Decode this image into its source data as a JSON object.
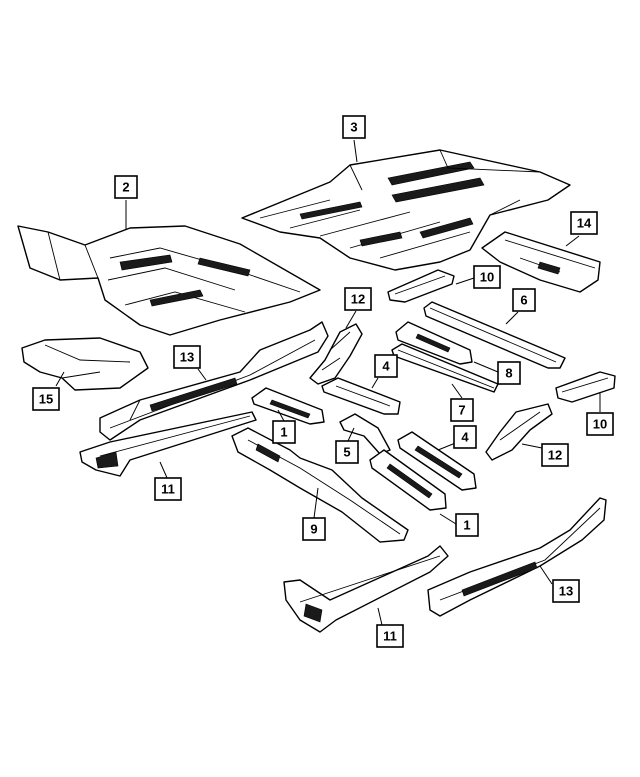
{
  "callouts": [
    {
      "id": "c3",
      "label": "3"
    },
    {
      "id": "c2",
      "label": "2"
    },
    {
      "id": "c14",
      "label": "14"
    },
    {
      "id": "c10a",
      "label": "10"
    },
    {
      "id": "c12a",
      "label": "12"
    },
    {
      "id": "c6",
      "label": "6"
    },
    {
      "id": "c13a",
      "label": "13"
    },
    {
      "id": "c4a",
      "label": "4"
    },
    {
      "id": "c8",
      "label": "8"
    },
    {
      "id": "c15",
      "label": "15"
    },
    {
      "id": "c7",
      "label": "7"
    },
    {
      "id": "c10b",
      "label": "10"
    },
    {
      "id": "c1a",
      "label": "1"
    },
    {
      "id": "c4b",
      "label": "4"
    },
    {
      "id": "c5",
      "label": "5"
    },
    {
      "id": "c12b",
      "label": "12"
    },
    {
      "id": "c11a",
      "label": "11"
    },
    {
      "id": "c9",
      "label": "9"
    },
    {
      "id": "c1b",
      "label": "1"
    },
    {
      "id": "c13b",
      "label": "13"
    },
    {
      "id": "c11b",
      "label": "11"
    }
  ]
}
